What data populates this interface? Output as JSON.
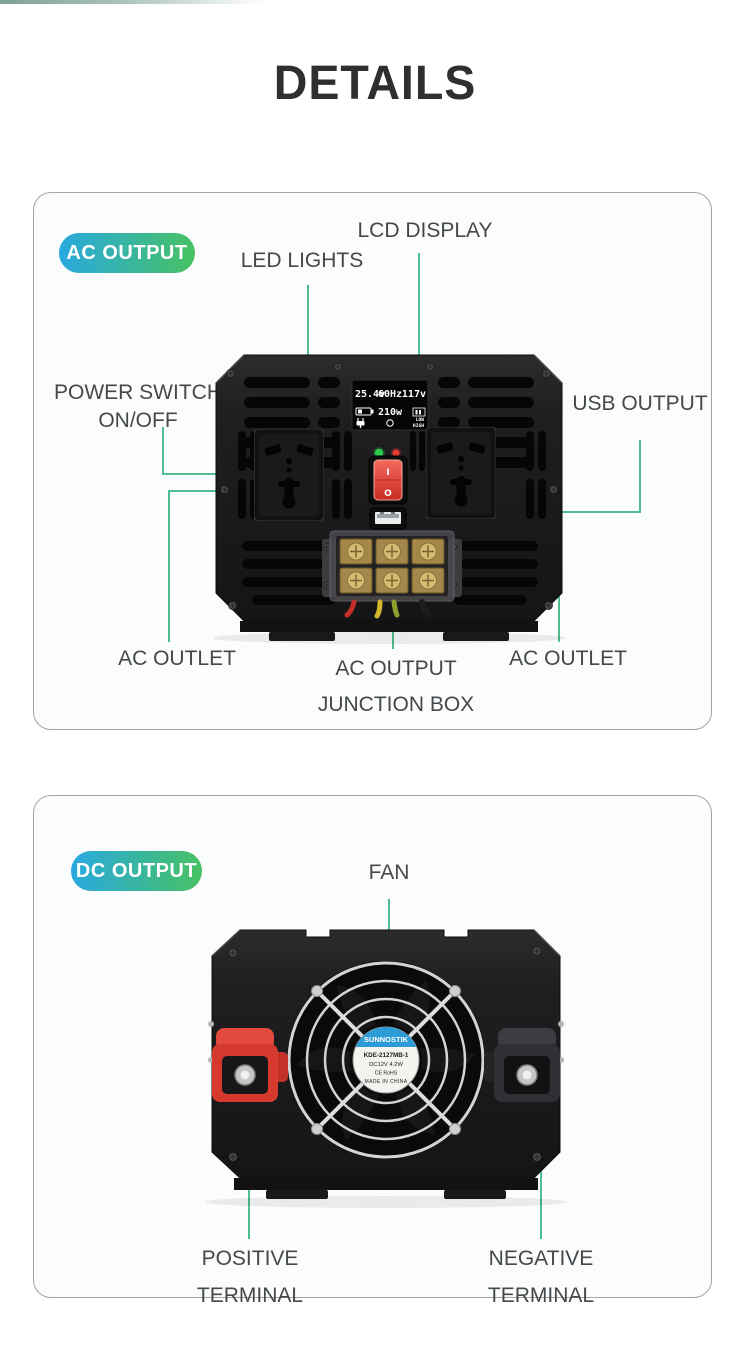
{
  "page": {
    "title": "DETAILS"
  },
  "theme": {
    "callout_green": "#4fbe8e",
    "badge_gradient_start": "#29a9e0",
    "badge_gradient_end": "#47c163",
    "label_color": "#45484a"
  },
  "ac_section": {
    "badge": "AC OUTPUT",
    "labels": {
      "lcd": "LCD DISPLAY",
      "led": "LED LIGHTS",
      "power_switch_1": "POWER SWITCH",
      "power_switch_2": "ON/OFF",
      "usb": "USB OUTPUT",
      "outlet_left": "AC OUTLET",
      "junction_1": "AC OUTPUT",
      "junction_2": "JUNCTION BOX",
      "outlet_right": "AC OUTLET"
    },
    "lcd_screen": {
      "battery_voltage": "25.4v",
      "frequency": "60Hz",
      "output_voltage": "117v",
      "power": "210w",
      "low": "LOW",
      "high": "HIGH"
    },
    "switch": {
      "on": "I",
      "off": "O"
    }
  },
  "dc_section": {
    "badge": "DC OUTPUT",
    "labels": {
      "fan": "FAN",
      "positive_1": "POSITIVE",
      "positive_2": "TERMINAL",
      "negative_1": "NEGATIVE",
      "negative_2": "TERMINAL"
    },
    "fan_sticker": {
      "brand": "SUNNOSTIK",
      "model": "KDE-2127MB-1",
      "spec": "DC12V 4.2W",
      "certs": "CE RoHS",
      "origin": "MADE IN CHINA"
    }
  }
}
